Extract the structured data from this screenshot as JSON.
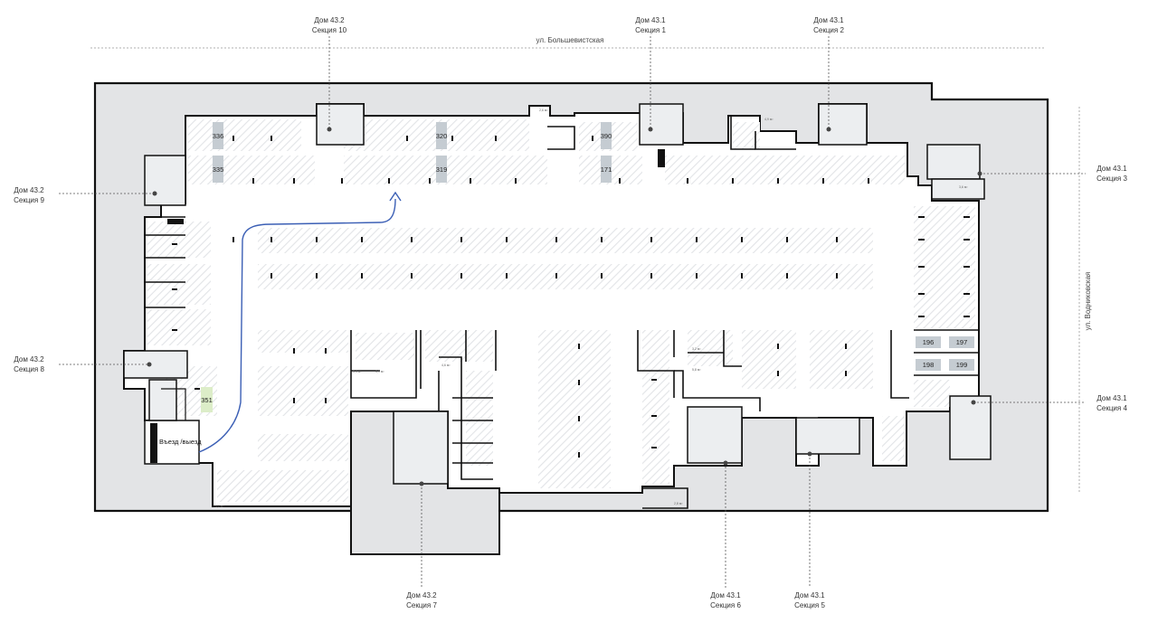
{
  "streets": {
    "top": "ул. Большевистская",
    "right": "ул. Водниковская"
  },
  "entrance": {
    "label": "Въезд /выезд"
  },
  "sections": [
    {
      "id": "s10",
      "house": "Дом 43.2",
      "section": "Секция 10"
    },
    {
      "id": "s1",
      "house": "Дом 43.1",
      "section": "Секция 1"
    },
    {
      "id": "s2",
      "house": "Дом 43.1",
      "section": "Секция 2"
    },
    {
      "id": "s3",
      "house": "Дом 43.1",
      "section": "Секция 3"
    },
    {
      "id": "s9",
      "house": "Дом 43.2",
      "section": "Секция 9"
    },
    {
      "id": "s8",
      "house": "Дом 43.2",
      "section": "Секция 8"
    },
    {
      "id": "s4",
      "house": "Дом 43.1",
      "section": "Секция 4"
    },
    {
      "id": "s7",
      "house": "Дом 43.2",
      "section": "Секция 7"
    },
    {
      "id": "s6",
      "house": "Дом 43.1",
      "section": "Секция 6"
    },
    {
      "id": "s5",
      "house": "Дом 43.1",
      "section": "Секция 5"
    }
  ],
  "spots": [
    {
      "id": "p336",
      "number": "336",
      "color": "#c5ccd2"
    },
    {
      "id": "p335",
      "number": "335",
      "color": "#c5ccd2"
    },
    {
      "id": "p320",
      "number": "320",
      "color": "#c5ccd2"
    },
    {
      "id": "p319",
      "number": "319",
      "color": "#c5ccd2"
    },
    {
      "id": "p390",
      "number": "390",
      "color": "#c5ccd2"
    },
    {
      "id": "p171",
      "number": "171",
      "color": "#c5ccd2"
    },
    {
      "id": "p351",
      "number": "351",
      "color": "#dcedc8"
    },
    {
      "id": "p196",
      "number": "196",
      "color": "#c5ccd2"
    },
    {
      "id": "p197",
      "number": "197",
      "color": "#c5ccd2"
    },
    {
      "id": "p198",
      "number": "198",
      "color": "#c5ccd2"
    },
    {
      "id": "p199",
      "number": "199",
      "color": "#c5ccd2"
    }
  ],
  "storage_labels": [
    "2,6 м²",
    "4,9 м²",
    "5,4 м²",
    "3,9 м²",
    "4,6 м²",
    "3,2 м²",
    "5,8 м²",
    "2,8 м²",
    "4,1 м²",
    "3,6 м²"
  ],
  "colors": {
    "outer": "#e3e4e6",
    "floor": "#ffffff",
    "wall": "#111111",
    "core": "#eceef0",
    "highlight": "#c5ccd2",
    "green": "#dcedc8",
    "route": "#3b5fb5",
    "hatch": "#e4e6e8"
  }
}
